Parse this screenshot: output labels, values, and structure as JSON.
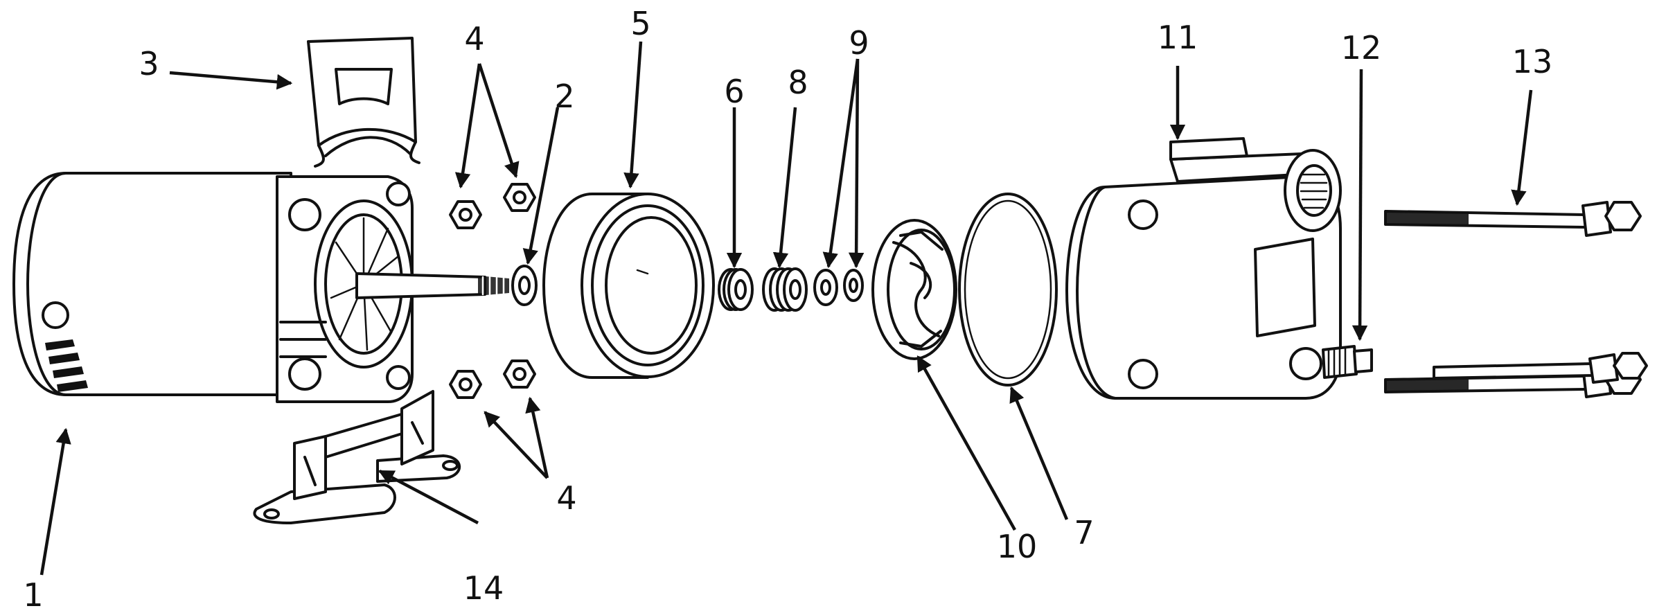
{
  "parts": [
    {
      "id": "p1",
      "number": "1"
    },
    {
      "id": "p2",
      "number": "2"
    },
    {
      "id": "p3",
      "number": "3"
    },
    {
      "id": "p4-top",
      "number": "4"
    },
    {
      "id": "p4-bottom",
      "number": "4"
    },
    {
      "id": "p5",
      "number": "5"
    },
    {
      "id": "p6",
      "number": "6"
    },
    {
      "id": "p7",
      "number": "7"
    },
    {
      "id": "p8",
      "number": "8"
    },
    {
      "id": "p9",
      "number": "9"
    },
    {
      "id": "p10",
      "number": "10"
    },
    {
      "id": "p11",
      "number": "11"
    },
    {
      "id": "p12",
      "number": "12"
    },
    {
      "id": "p13",
      "number": "13"
    },
    {
      "id": "p14",
      "number": "14"
    }
  ],
  "colors": {
    "ink": "#111111",
    "paper": "#ffffff"
  }
}
